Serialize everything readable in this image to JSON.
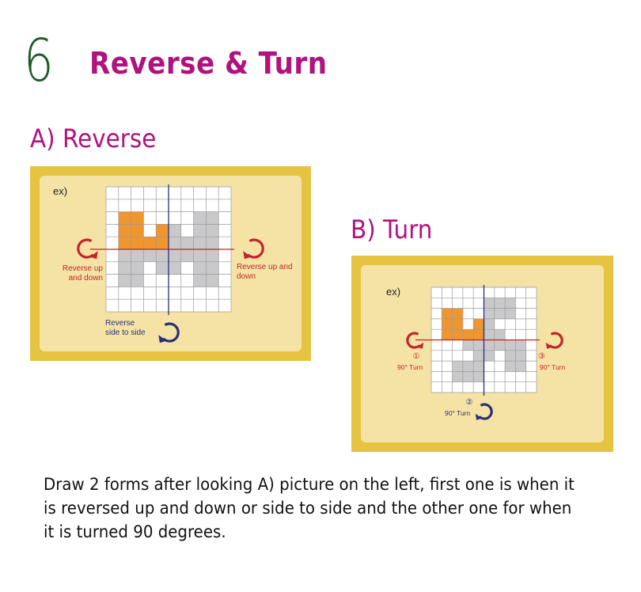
{
  "section_number": "6",
  "title": "Reverse & Turn",
  "part_a": {
    "heading": "A) Reverse",
    "example_label": "ex)",
    "left_label": "Reverse up and down",
    "right_label": "Reverse up and down",
    "bottom_label": "Reverse side to side"
  },
  "part_b": {
    "heading": "B) Turn",
    "example_label": "ex)",
    "left_step": "①",
    "left_label": "90° Turn",
    "bottom_step": "②",
    "bottom_label": "90° Turn",
    "right_step": "③",
    "right_label": "90° Turn"
  },
  "instructions": "Draw 2 forms after looking A) picture on the left, first one is when it is reversed up and down or side to side and the other one for when it is turned 90 degrees.",
  "grid": {
    "size": 10,
    "original_cells": [
      [
        2,
        1
      ],
      [
        2,
        2
      ],
      [
        3,
        1
      ],
      [
        3,
        2
      ],
      [
        3,
        4
      ],
      [
        4,
        1
      ],
      [
        4,
        2
      ],
      [
        4,
        3
      ],
      [
        4,
        4
      ]
    ]
  },
  "colors": {
    "magenta": "#b0127e",
    "orange": "#f0962e",
    "gray": "#c9c9cb",
    "red": "#c0262a",
    "blue": "#2a2f78",
    "panel": "#e6c340",
    "panel_inner": "#f5e3a6"
  }
}
